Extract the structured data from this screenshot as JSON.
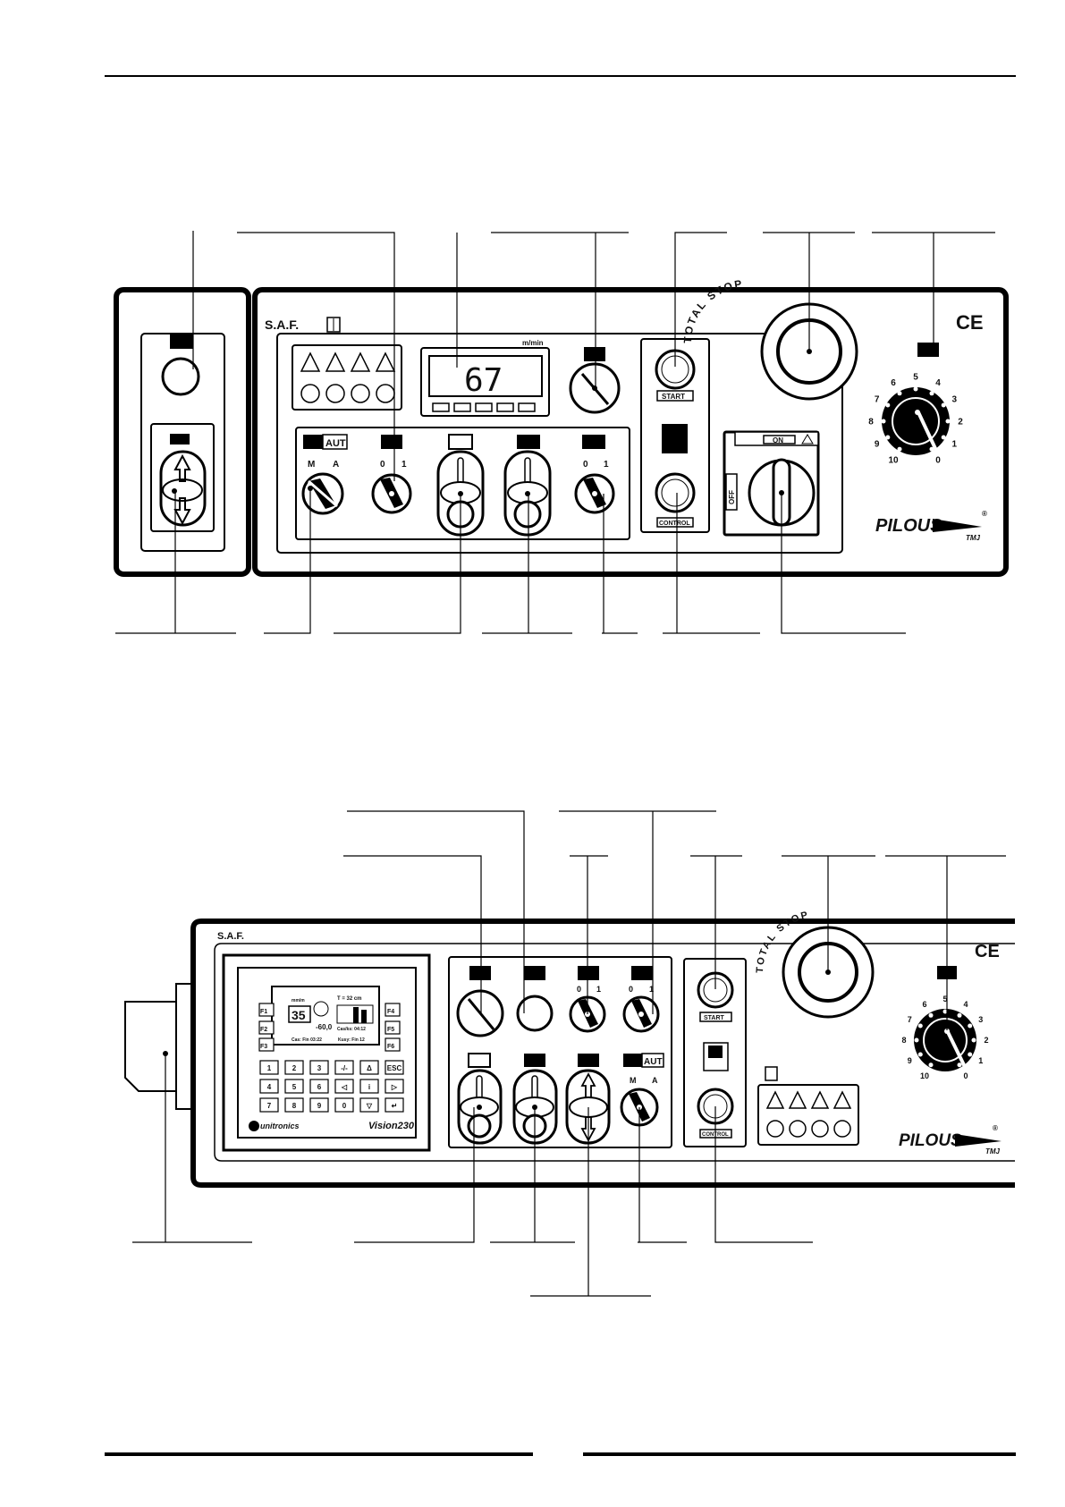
{
  "panel1": {
    "brand": "S.A.F.",
    "display_unit": "m/min",
    "display_value": "67",
    "selector_mode_label": "AUT",
    "selector_m": "M",
    "selector_a": "A",
    "switch_0": "0",
    "switch_1": "1",
    "start_label": "START",
    "control_label": "CONTROL",
    "on_label": "ON",
    "off_label": "OFF",
    "total_stop_text": "TOTAL STOP",
    "ce_mark": "CE",
    "dial_numbers": [
      "0",
      "1",
      "2",
      "3",
      "4",
      "5",
      "6",
      "7",
      "8",
      "9",
      "10"
    ],
    "logo_text": "PILOUS",
    "logo_sub": "TMJ",
    "registered": "®"
  },
  "panel2": {
    "brand": "S.A.F.",
    "hmi": {
      "unit": "mm/m",
      "value": "35",
      "angle": "-60,0",
      "t_value": "T = 32 cm",
      "cas_ks": "Cas/ks: 04:12",
      "cas": "Cas:  Fin  03:22",
      "kusy": "Kusy: Fin  12",
      "f_keys": [
        "F1",
        "F2",
        "F3",
        "F4",
        "F5",
        "F6"
      ],
      "keys": [
        "1",
        "2",
        "3",
        "-/-",
        "Δ",
        "ESC",
        "4",
        "5",
        "6",
        "◁",
        "i",
        "▷",
        "7",
        "8",
        "9",
        "0",
        "▽",
        "↵"
      ],
      "maker": "unitronics",
      "model": "Vision230"
    },
    "switch_0": "0",
    "switch_1": "1",
    "selector_mode_label": "AUT",
    "selector_m": "M",
    "selector_a": "A",
    "start_label": "START",
    "control_label": "CONTROL",
    "total_stop_text": "TOTAL STOP",
    "ce_mark": "CE",
    "dial_numbers": [
      "0",
      "1",
      "2",
      "3",
      "4",
      "5",
      "6",
      "7",
      "8",
      "9",
      "10"
    ],
    "logo_text": "PILOUS",
    "logo_sub": "TMJ",
    "registered": "®"
  }
}
